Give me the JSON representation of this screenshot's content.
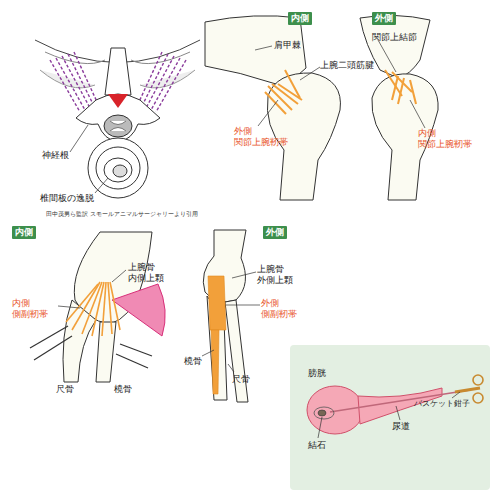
{
  "diagram": {
    "nodes": [
      {
        "text": [
          "内側"
        ]
      },
      {
        "text": [
          "外側"
        ]
      },
      {
        "text": [
          "内側"
        ]
      },
      {
        "text": [
          "外側"
        ]
      }
    ],
    "labels": [
      "神経根",
      "椎間板の逸脱",
      "田中茂男ら監訳 スモールアニマルサージャリーより引用",
      "肩甲棘",
      "上腕二頭筋腱",
      "外側 関節上腕靭帯",
      "関節上結節",
      "内側 関節上腕靭帯",
      "上腕骨 内側上顆",
      "内側 側副靭帯",
      "尺骨",
      "橈骨",
      "上腕骨 外側上顆",
      "外側 側副靭帯",
      "橈骨",
      "尺骨",
      "膀胱",
      "結石",
      "尿道",
      "バスケット鉗子"
    ]
  }
}
